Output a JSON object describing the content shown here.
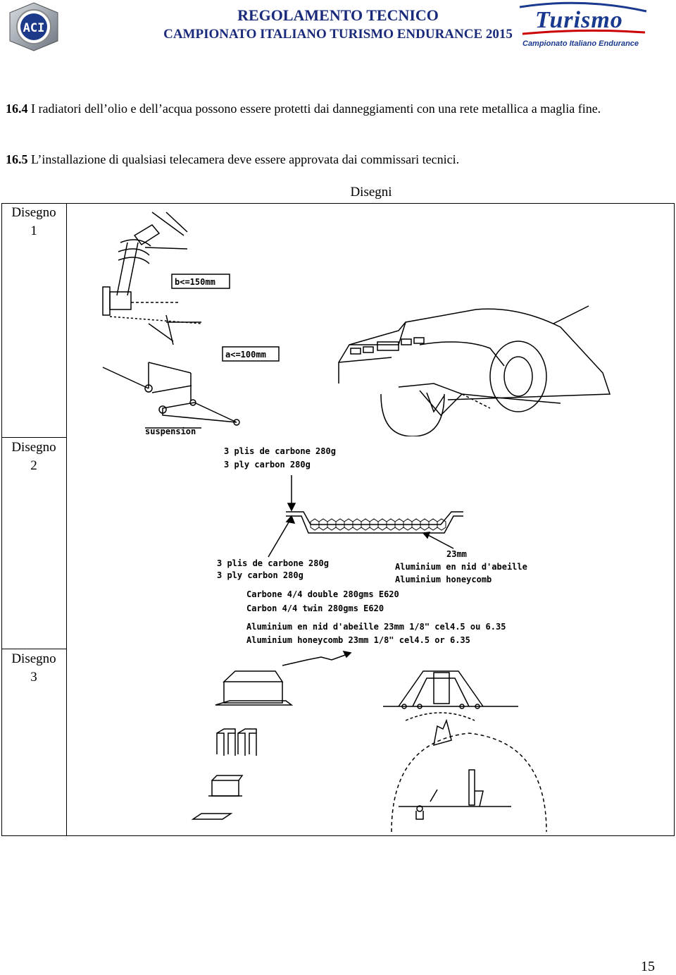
{
  "header": {
    "aci_logo_text": "ACI",
    "title_line1": "REGOLAMENTO TECNICO",
    "title_line2": "CAMPIONATO ITALIANO TURISMO ENDURANCE 2015",
    "turismo_logo_text": "Turismo",
    "turismo_logo_sub": "Campionato Italiano Endurance"
  },
  "paragraphs": [
    {
      "number": "16.4",
      "text": " I radiatori dell’olio e dell’acqua possono essere protetti dai danneggiamenti con una rete metallica a maglia fine."
    },
    {
      "number": "16.5",
      "text": " L’installazione di qualsiasi telecamera deve essere approvata dai commissari tecnici."
    }
  ],
  "table": {
    "heading": "Disegni",
    "rows": [
      {
        "label_line1": "Disegno",
        "label_line2": "1"
      },
      {
        "label_line1": "Disegno",
        "label_line2": "2"
      },
      {
        "label_line1": "Disegno",
        "label_line2": "3"
      }
    ]
  },
  "drawing1": {
    "label_b": "b<=150mm",
    "label_a": "a<=100mm",
    "label_suspension": "suspension"
  },
  "drawing2": {
    "top_fr": "3 plis de carbone 280g",
    "top_en": "3 ply carbon 280g",
    "thickness": "23mm",
    "honey_fr": "Aluminium en nid d'abeille",
    "honey_en": "Aluminium honeycomb",
    "bottom_fr": "3 plis de carbone 280g",
    "bottom_en": "3 ply carbon 280g",
    "carbon_fr": "Carbone 4/4 double 280gms E620",
    "carbon_en": "Carbon 4/4 twin 280gms E620",
    "alu_fr": "Aluminium en nid d'abeille 23mm 1/8\" cel4.5 ou 6.35",
    "alu_en": "Aluminium honeycomb 23mm 1/8\" cel4.5 or 6.35"
  },
  "page_number": "15"
}
